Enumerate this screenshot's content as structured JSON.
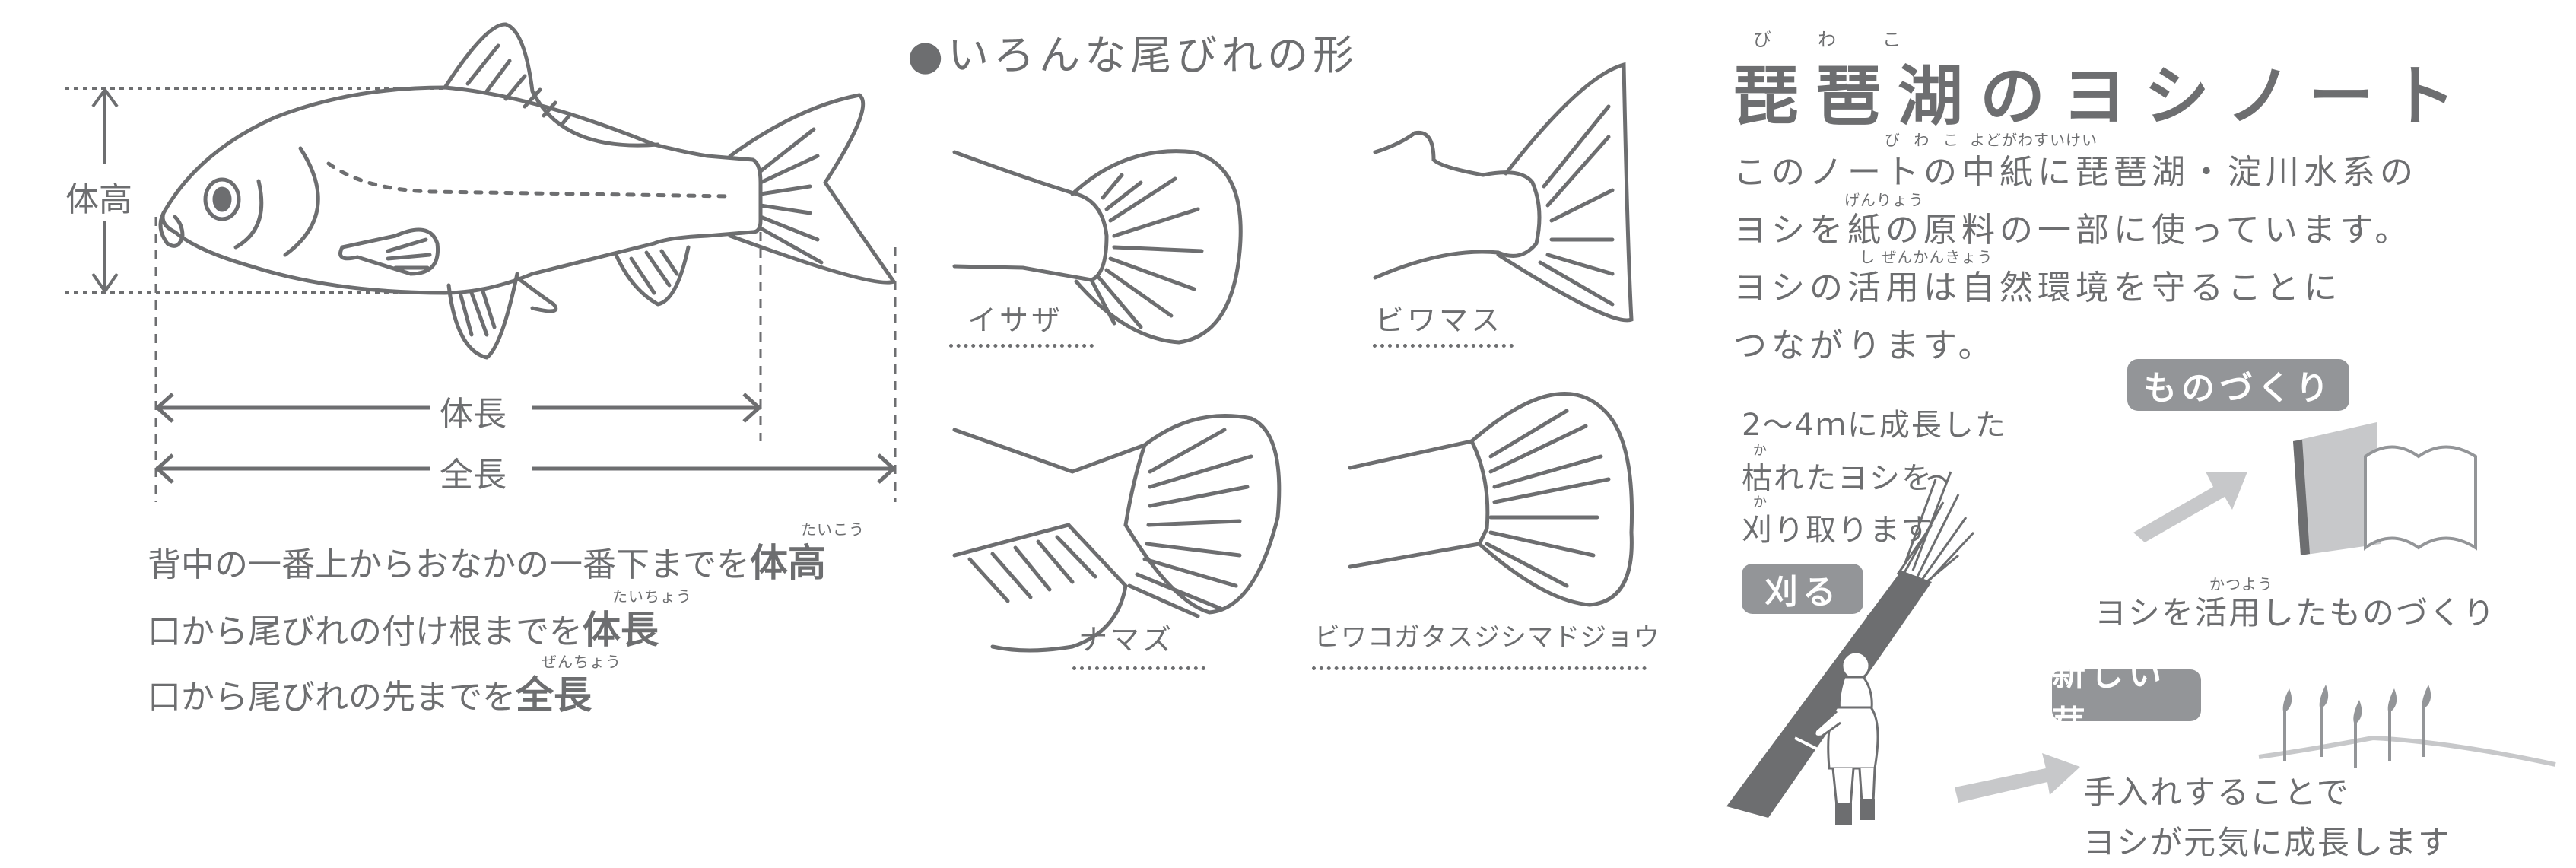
{
  "fish_diagram": {
    "height_label": "体高",
    "body_length_label": "体長",
    "total_length_label": "全長",
    "descriptions": [
      {
        "text": "背中の一番上からおなかの一番下までを",
        "term": "体高",
        "ruby": "たいこう"
      },
      {
        "text": "口から尾びれの付け根までを",
        "term": "体長",
        "ruby": "たいちょう"
      },
      {
        "text": "口から尾びれの先までを",
        "term": "全長",
        "ruby": "ぜんちょう"
      }
    ]
  },
  "tail_fins": {
    "title": "いろんな尾びれの形",
    "bullet": "●",
    "items": [
      {
        "name": "イサザ"
      },
      {
        "name": "ビワマス"
      },
      {
        "name": "ナマズ"
      },
      {
        "name": "ビワコガタスジシマドジョウ"
      }
    ]
  },
  "yoshi_note": {
    "title": "琵琶湖のヨシノート",
    "title_ruby": [
      "び",
      "わ",
      "こ"
    ],
    "body_lines": [
      "このノートの中紙に琵琶湖・淀川水系の",
      "ヨシを紙の原料の一部に使っています。",
      "ヨシの活用は自然環境を守ることに",
      "つながります。"
    ],
    "body_ruby": {
      "biwako": "び わ こ",
      "yodogawa": "よどがわすいけい",
      "genryou": "げんりょう",
      "shizenkankyou": "し ぜんかんきょう"
    },
    "steps": {
      "harvest_tag": "刈る",
      "harvest_lines": [
        "2〜4ｍに成長した",
        "枯れたヨシを",
        "刈り取ります"
      ],
      "harvest_ruby": "か",
      "craft_tag": "ものづくり",
      "craft_caption": "ヨシを活用したものづくり",
      "craft_ruby": "かつよう",
      "sprout_tag": "新しい芽",
      "sprout_lines": [
        "手入れすることで",
        "ヨシが元気に成長します"
      ]
    }
  },
  "colors": {
    "ink": "#6d6e70",
    "tag_bg": "#939598",
    "arrow": "#c7c8ca",
    "book_cover": "#c7c8ca",
    "book_spine": "#6d6e70"
  }
}
